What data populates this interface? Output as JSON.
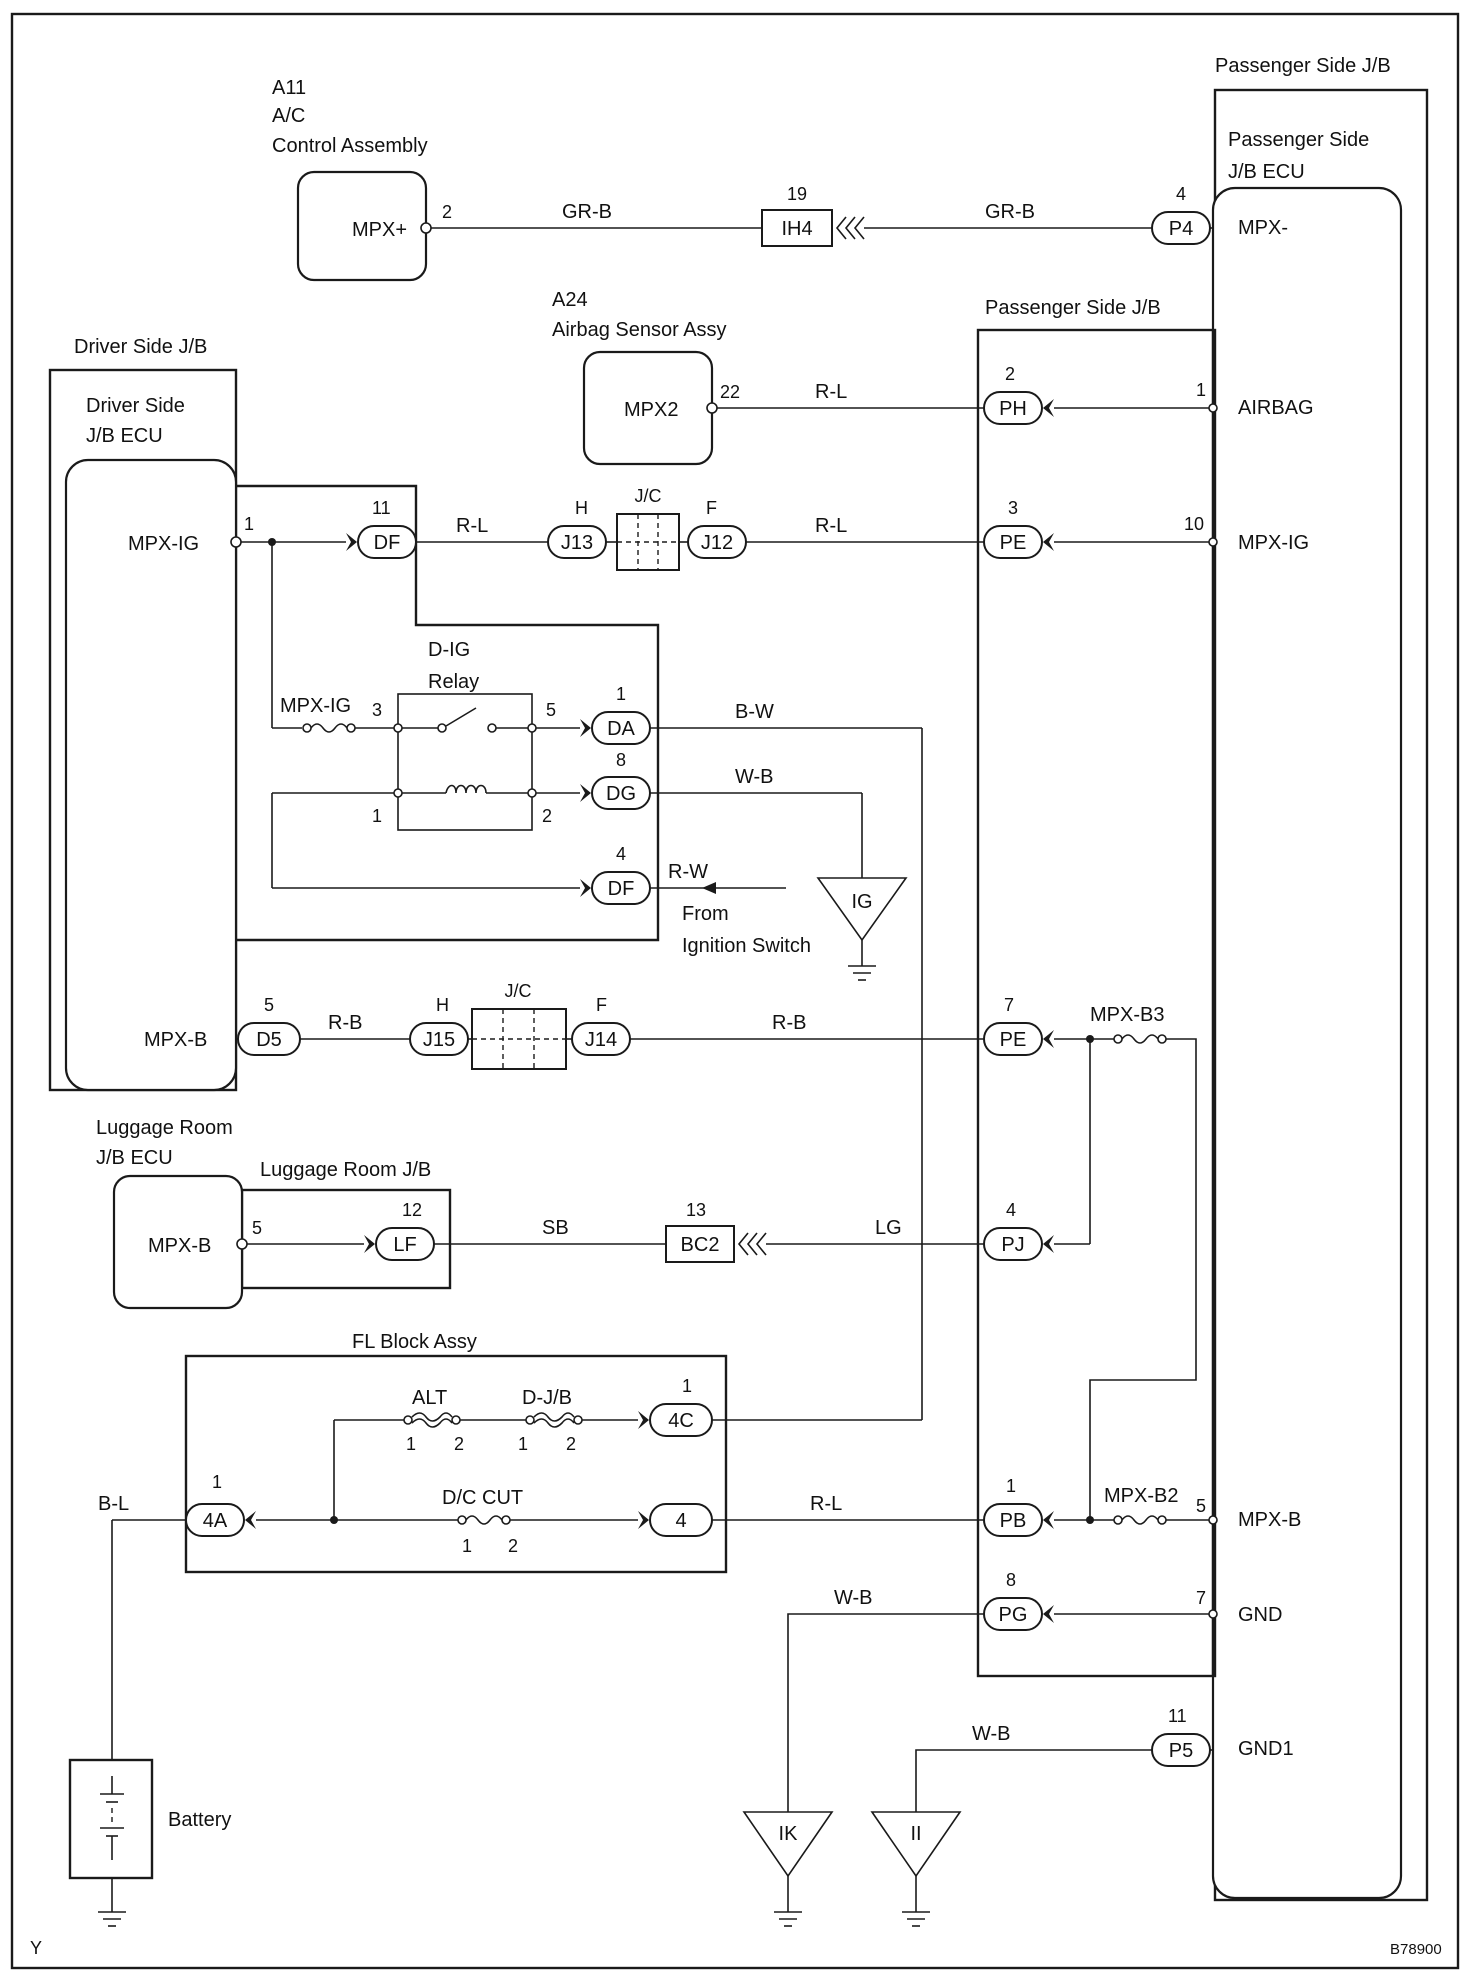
{
  "labels": {
    "pass_jb_outer": "Passenger Side J/B",
    "pass_ecu_line1": "Passenger Side",
    "pass_ecu_line2": "J/B ECU",
    "pass_jb_inner": "Passenger Side J/B",
    "a11_code": "A11",
    "a11_line1": "A/C",
    "a11_line2": "Control Assembly",
    "a24_code": "A24",
    "a24_name": "Airbag Sensor Assy",
    "driver_jb": "Driver Side J/B",
    "driver_ecu_line1": "Driver Side",
    "driver_ecu_line2": "J/B ECU",
    "relay_line1": "D-IG",
    "relay_line2": "Relay",
    "from_line1": "From",
    "from_line2": "Ignition Switch",
    "luggage_ecu_line1": "Luggage Room",
    "luggage_ecu_line2": "J/B ECU",
    "luggage_jb": "Luggage Room J/B",
    "fl_block": "FL Block Assy",
    "battery": "Battery",
    "corner": "Y",
    "figure_id": "B78900"
  },
  "terminals": {
    "pass_mpx_minus": "MPX-",
    "pass_airbag": "AIRBAG",
    "pass_mpx_ig": "MPX-IG",
    "pass_mpx_b": "MPX-B",
    "pass_gnd": "GND",
    "pass_gnd1": "GND1",
    "a11_mpx_plus": "MPX+",
    "a24_mpx2": "MPX2",
    "drv_mpx_ig": "MPX-IG",
    "drv_mpx_b": "MPX-B",
    "lug_mpx_b": "MPX-B"
  },
  "connectors": {
    "ih4": "IH4",
    "p4": "P4",
    "ph": "PH",
    "df_top": "DF",
    "j13": "J13",
    "jc_top": "J/C",
    "j12": "J12",
    "pe_top": "PE",
    "da": "DA",
    "dg": "DG",
    "df_low": "DF",
    "ig_ground": "IG",
    "d5": "D5",
    "j15": "J15",
    "jc_low": "J/C",
    "j14": "J14",
    "pe_low": "PE",
    "lf": "LF",
    "bc2": "BC2",
    "pj": "PJ",
    "c4": "4C",
    "a4": "4A",
    "four": "4",
    "pb": "PB",
    "pg": "PG",
    "p5": "P5",
    "ik": "IK",
    "ii": "II"
  },
  "pins": {
    "ih4": "19",
    "p4": "4",
    "a11": "2",
    "a24": "22",
    "ph": "2",
    "pass_airbag": "1",
    "drv_mpx_ig": "1",
    "df_top": "11",
    "j13": "H",
    "j12": "F",
    "pe_top": "3",
    "pass_mpx_ig": "10",
    "relay_in": "3",
    "relay_out": "5",
    "relay_coil_a": "1",
    "relay_coil_b": "2",
    "da": "1",
    "dg": "8",
    "df_low": "4",
    "d5": "5",
    "j15": "H",
    "j14": "F",
    "pe_low": "7",
    "lug": "5",
    "lf": "12",
    "bc2": "13",
    "pj": "4",
    "c4": "1",
    "a4": "1",
    "pb": "1",
    "pass_mpx_b": "5",
    "pg": "8",
    "pass_gnd": "7",
    "p5": "11",
    "alt_1": "1",
    "alt_2": "2",
    "djb_1": "1",
    "djb_2": "2",
    "dc_1": "1",
    "dc_2": "2"
  },
  "wires": {
    "a11_left": "GR-B",
    "a11_right": "GR-B",
    "a24": "R-L",
    "ig_left": "R-L",
    "ig_right": "R-L",
    "da": "B-W",
    "dg": "W-B",
    "df_ign": "R-W",
    "b_left": "R-B",
    "b_right": "R-B",
    "lug_left": "SB",
    "lug_right": "LG",
    "pb": "R-L",
    "bat": "B-L",
    "pg": "W-B",
    "p5": "W-B"
  },
  "fuses": {
    "mpx_ig": "MPX-IG",
    "mpx_b3": "MPX-B3",
    "mpx_b2": "MPX-B2",
    "alt": "ALT",
    "djb": "D-J/B",
    "dc_cut": "D/C CUT"
  }
}
